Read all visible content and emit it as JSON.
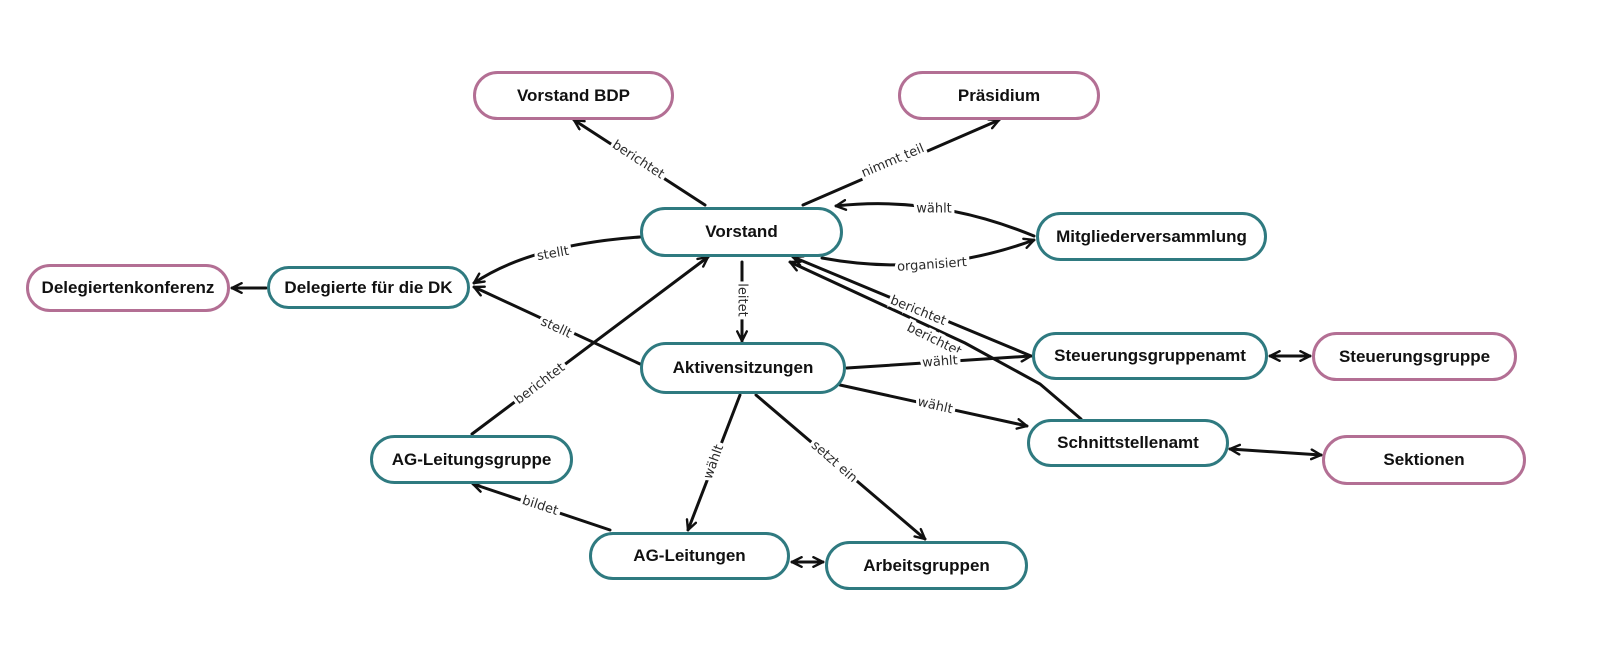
{
  "colors": {
    "teal": "#2f7a80",
    "pink": "#b36f94",
    "edge": "#111111"
  },
  "nodes": {
    "vorstand_bdp": "Vorstand BDP",
    "praesidium": "Präsidium",
    "vorstand": "Vorstand",
    "mitgliederversammlung": "Mitgliederversammlung",
    "delegiertenkonferenz": "Delegiertenkonferenz",
    "delegierte_dk": "Delegierte für die DK",
    "aktivensitzungen": "Aktivensitzungen",
    "steuerungsgruppenamt": "Steuerungsgruppenamt",
    "steuerungsgruppe": "Steuerungsgruppe",
    "ag_leitungsgruppe": "AG-Leitungsgruppe",
    "schnittstellenamt": "Schnittstellenamt",
    "sektionen": "Sektionen",
    "ag_leitungen": "AG-Leitungen",
    "arbeitsgruppen": "Arbeitsgruppen"
  },
  "edges": {
    "vorstand_berichtet_bdp": "berichtet",
    "vorstand_nimmt_teil": "nimmt teil",
    "mv_waehlt_vorstand": "wählt",
    "vorstand_organisiert_mv": "organisiert",
    "vorstand_stellt_dk": "stellt",
    "vorstand_leitet_aktive": "leitet",
    "aktive_stellt_dk": "stellt",
    "ag_gruppe_berichtet": "berichtet",
    "steuerung_berichtet": "berichtet",
    "schnittstelle_berichtet": "berichtet",
    "aktive_waehlt_steuerung": "wählt",
    "aktive_waehlt_schnittstelle": "wählt",
    "aktive_waehlt_ag_leitungen": "wählt",
    "aktive_setzt_ein": "setzt ein",
    "ag_leitungen_bildet": "bildet"
  }
}
